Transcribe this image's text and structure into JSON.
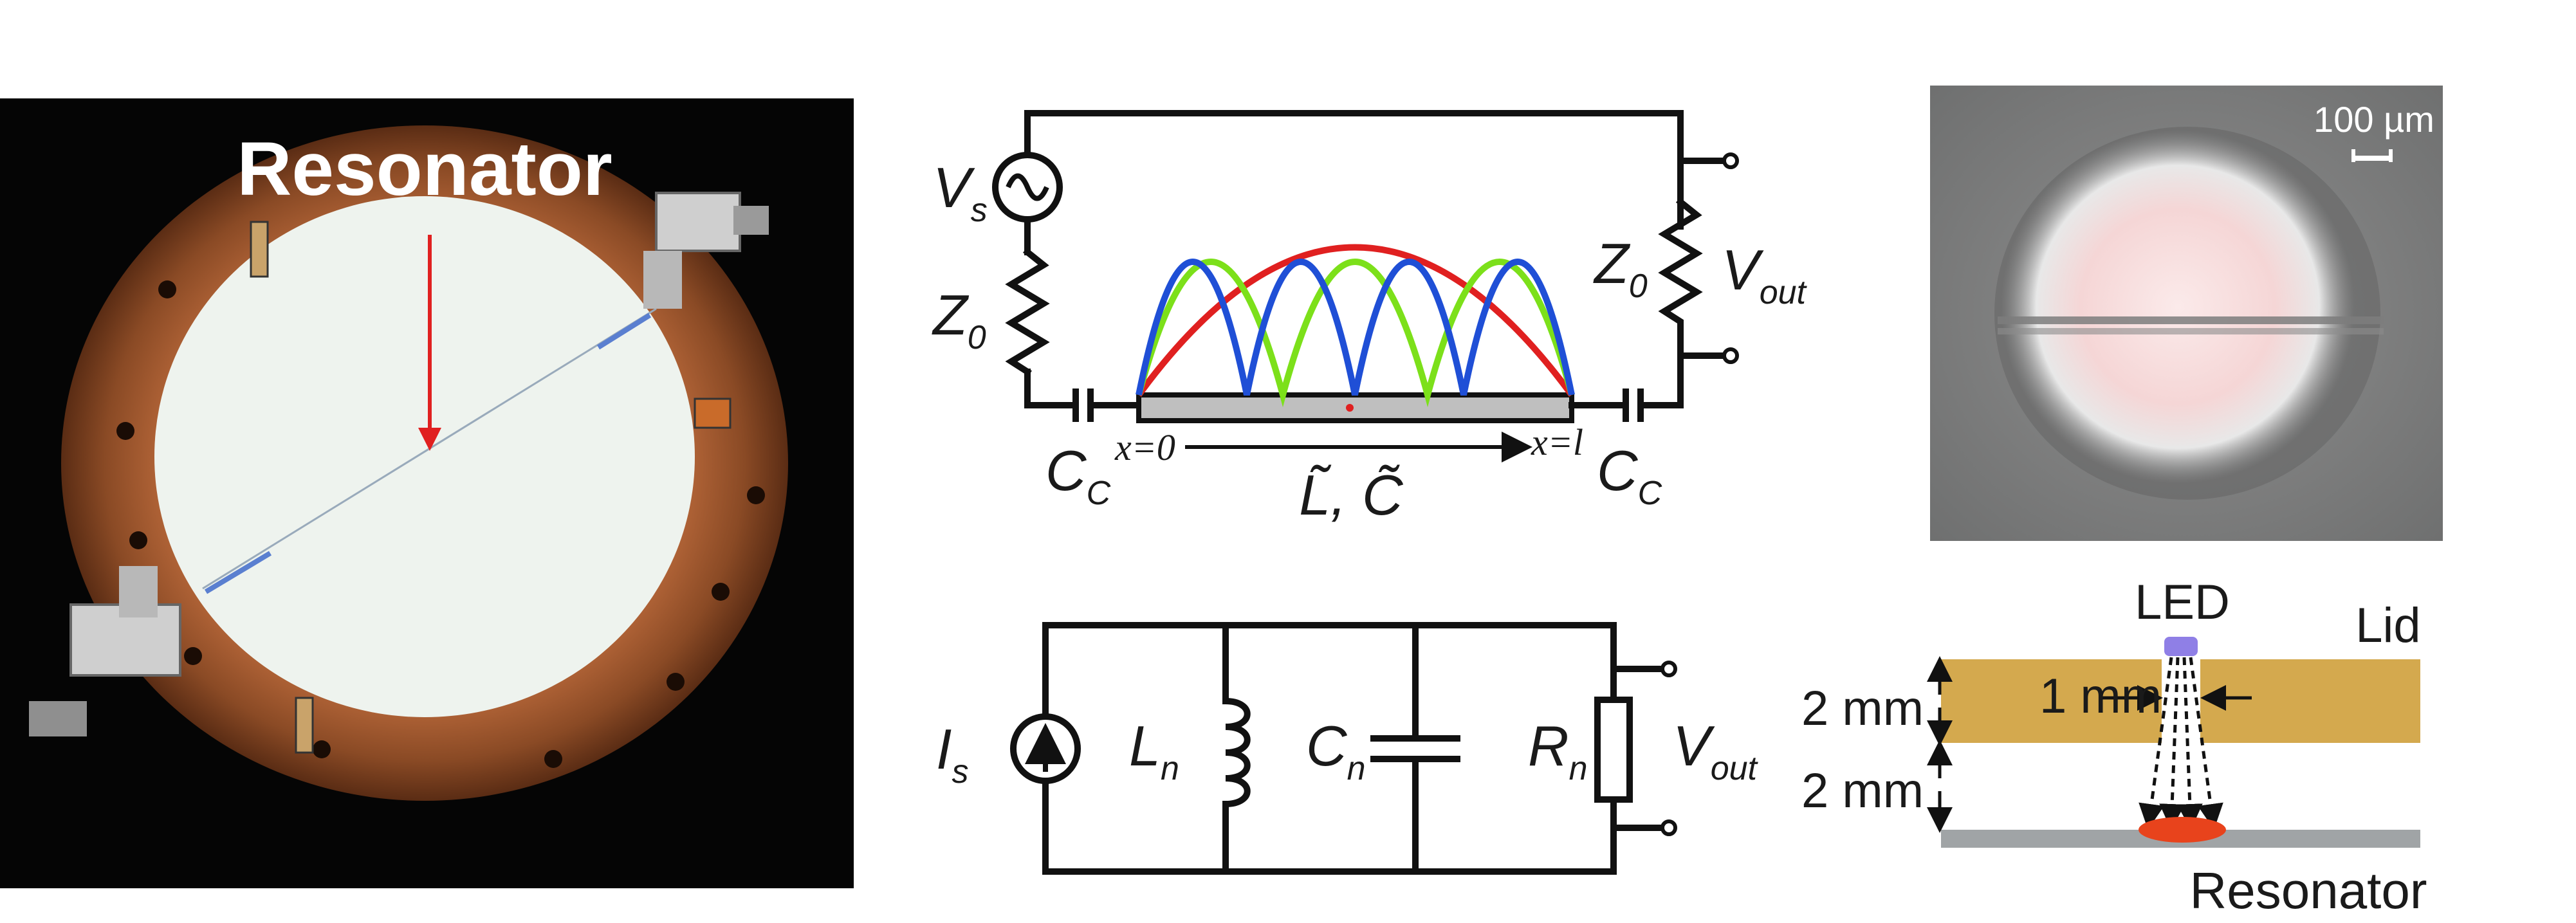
{
  "photo": {
    "label": "Resonator",
    "arrow_color": "#e02020"
  },
  "transmission_circuit": {
    "source_v": "V",
    "source_v_sub": "s",
    "z0_left": "Z",
    "z0_left_sub": "0",
    "z0_right": "Z",
    "z0_right_sub": "0",
    "vout": "V",
    "vout_sub": "out",
    "cc_left": "C",
    "cc_left_sub": "C",
    "cc_right": "C",
    "cc_right_sub": "C",
    "x_start": "x=0",
    "x_end": "x=l",
    "lc_label": "L̃, C̃",
    "mode_colors": [
      "#e02020",
      "#7ce01a",
      "#1f4fd6"
    ]
  },
  "lumped_circuit": {
    "is": "I",
    "is_sub": "s",
    "ln": "L",
    "ln_sub": "n",
    "cn": "C",
    "cn_sub": "n",
    "rn": "R",
    "rn_sub": "n",
    "vout": "V",
    "vout_sub": "out"
  },
  "micrograph": {
    "scale_label": "100 µm"
  },
  "cross_section": {
    "led_label": "LED",
    "lid_label": "Lid",
    "hole_label": "1 mm",
    "lid_thickness": "2 mm",
    "gap_thickness": "2 mm",
    "resonator_label": "Resonator",
    "lid_color": "#d4a94e",
    "resonator_color": "#a0a4a6",
    "spot_color": "#e8431c",
    "led_color": "#8f7fe6"
  }
}
